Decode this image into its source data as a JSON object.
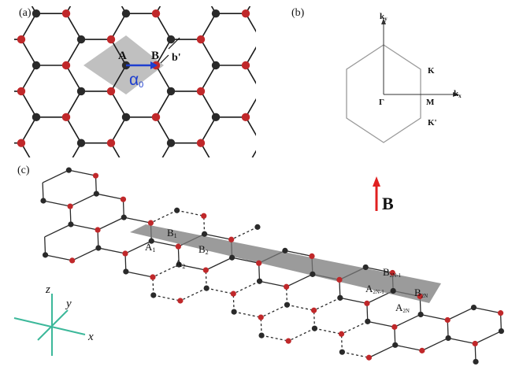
{
  "panel_a": {
    "label": "(a)",
    "atom_a": "A",
    "atom_b": "B",
    "bond_vector": "b'",
    "lattice_constant": "α",
    "lattice_constant_sub": "0"
  },
  "panel_b": {
    "label": "(b)",
    "ky": "k",
    "ky_sub": "y",
    "kx": "k",
    "kx_sub": "x",
    "gamma": "Γ",
    "m_point": "M",
    "k_point": "K",
    "k_prime": "K'"
  },
  "panel_c": {
    "label": "(c)",
    "field": "B",
    "a1": "A",
    "a1_sub": "1",
    "b1": "B",
    "b1_sub": "1",
    "a2": "A",
    "a2_sub": "2",
    "b2": "B",
    "b2_sub": "2",
    "b_end1": "B",
    "b_end1_sub": "2N-1",
    "a_end1": "A",
    "a_end1_sub": "2N-1",
    "b_end2": "B",
    "b_end2_sub": "2N",
    "a_end2": "A",
    "a_end2_sub": "2N",
    "axis_x": "x",
    "axis_y": "y",
    "axis_z": "z"
  },
  "colors": {
    "atom_a": "#2a2a2a",
    "atom_b": "#c0282a",
    "cell": "#9c9c9c",
    "vector": "#1e3fd0",
    "field": "#e02020",
    "axes": "#3cb89a"
  }
}
